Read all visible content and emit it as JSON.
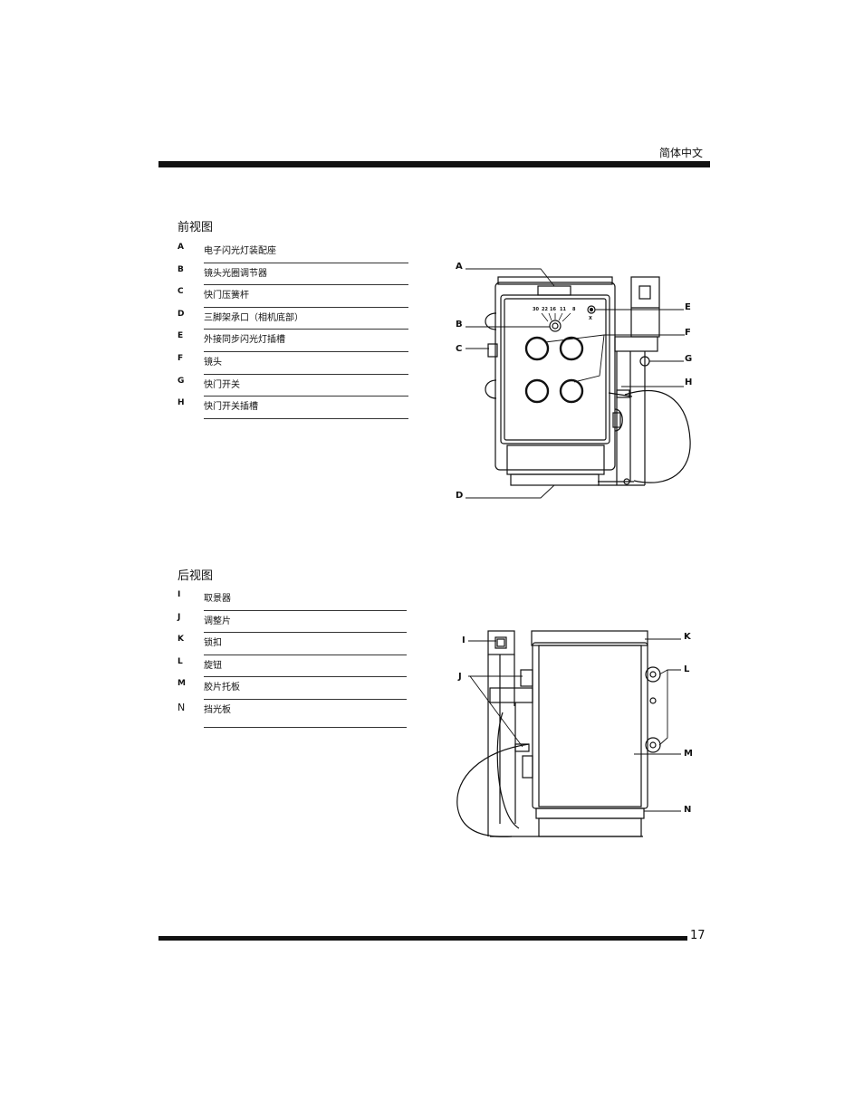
{
  "header": {
    "language": "简体中文"
  },
  "front_view": {
    "title": "前视图",
    "items": [
      {
        "letter": "A",
        "text": "电子闪光灯装配座"
      },
      {
        "letter": "B",
        "text": "镜头光圈调节器"
      },
      {
        "letter": "C",
        "text": "快门压簧杆"
      },
      {
        "letter": "D",
        "text": "三脚架承口（相机底部）"
      },
      {
        "letter": "E",
        "text": "外接同步闪光灯插槽"
      },
      {
        "letter": "F",
        "text": "镜头"
      },
      {
        "letter": "G",
        "text": "快门开关"
      },
      {
        "letter": "H",
        "text": "快门开关插槽"
      }
    ],
    "aperture_scale": [
      "30",
      "22",
      "16",
      "11",
      "8"
    ],
    "sync_mark": "X"
  },
  "back_view": {
    "title": "后视图",
    "items": [
      {
        "letter": "I",
        "text": "取景器"
      },
      {
        "letter": "J",
        "text": "调整片"
      },
      {
        "letter": "K",
        "text": "锁扣"
      },
      {
        "letter": "L",
        "text": "旋钮"
      },
      {
        "letter": "M",
        "text": "胶片托板"
      },
      {
        "letter": "N",
        "text": "挡光板"
      }
    ]
  },
  "footer": {
    "page_number": "17"
  }
}
